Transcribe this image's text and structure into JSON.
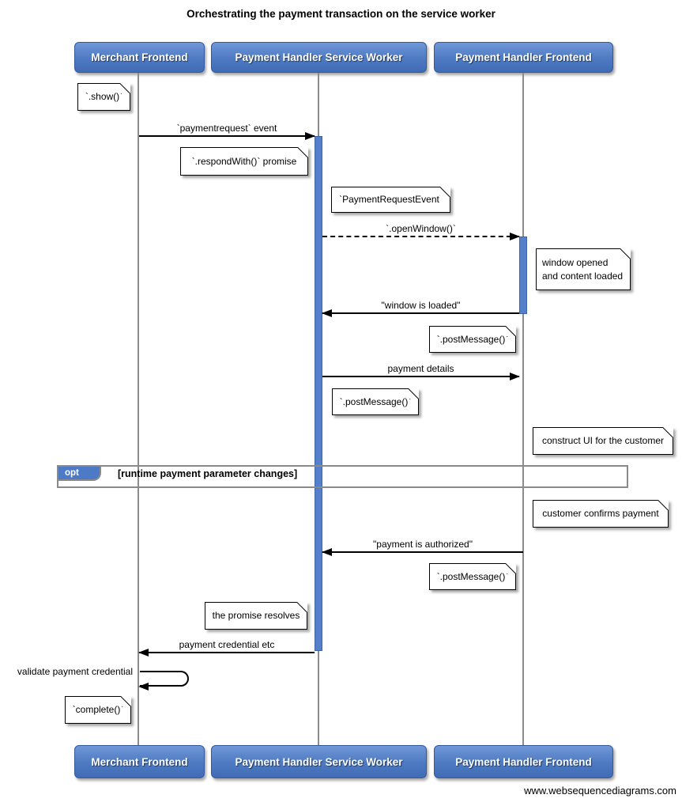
{
  "title": "Orchestrating the payment transaction on the service worker",
  "actors": {
    "merchant": "Merchant Frontend",
    "service_worker": "Payment Handler Service Worker",
    "payment_handler_frontend": "Payment Handler Frontend"
  },
  "messages": {
    "payment_request_event": "`paymentrequest` event",
    "open_window": "`.openWindow()`",
    "window_is_loaded": "\"window is loaded\"",
    "payment_details": "payment details",
    "payment_is_authorized": "\"payment is authorized\"",
    "payment_credential_etc": "payment credential etc",
    "validate_payment_credential": "validate payment credential"
  },
  "notes": {
    "show": "`.show()`",
    "respond_with_promise": "`.respondWith()` promise",
    "payment_request_event_note": "`PaymentRequestEvent`",
    "window_opened": "window opened and content loaded",
    "post_message_to_frontend": "`.postMessage()`",
    "post_message_from_worker": "`.postMessage()`",
    "construct_ui": "construct UI for the customer",
    "customer_confirms": "customer confirms payment",
    "post_message_authorized": "`.postMessage()`",
    "promise_resolves": "the promise resolves",
    "complete": "`complete()`"
  },
  "opt_frame": {
    "label": "opt",
    "condition": "[runtime payment parameter changes]"
  },
  "footer": "www.websequencediagrams.com",
  "colors": {
    "actor_fill": "#4d7ac2",
    "actor_border": "#35589a",
    "activation_fill": "#547fca",
    "lifeline": "#8c8c8c",
    "opt_tab_fill": "#4d7ac7",
    "frame_border": "#8a8a8a"
  }
}
